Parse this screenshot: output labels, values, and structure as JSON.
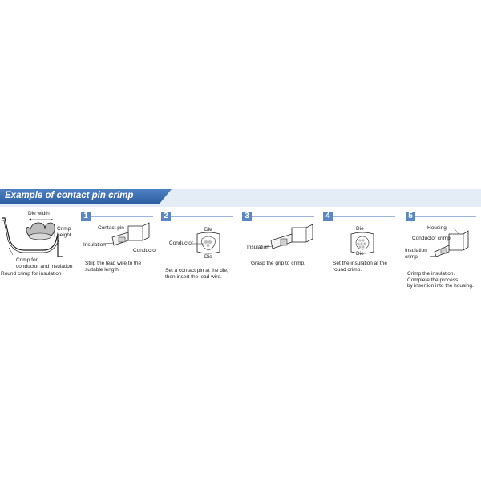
{
  "banner": {
    "title": "Example of contact pin crimp"
  },
  "overview": {
    "die_width": "Die width",
    "crimp_height": "Crimp\nheight",
    "crimp_for": "Crimp for\nconductor and insulation",
    "round_crimp": "Round crimp for insulation"
  },
  "steps": [
    {
      "num": "1",
      "labels": {
        "contact_pin": "Contact pin",
        "insulation": "Insulation",
        "conductor": "Conductor"
      },
      "caption": "Strip the lead wire to the suitable length."
    },
    {
      "num": "2",
      "labels": {
        "die_top": "Die",
        "conductor": "Conductor",
        "die_bottom": "Die"
      },
      "caption": "Set a contact pin at the die, then insert the lead wire."
    },
    {
      "num": "3",
      "labels": {
        "insulation": "Insulation"
      },
      "caption": "Grasp the grip to crimp."
    },
    {
      "num": "4",
      "labels": {
        "die_top": "Die",
        "die_bottom": "Die"
      },
      "caption": "Set the insulation at the round crimp."
    },
    {
      "num": "5",
      "labels": {
        "housing": "Housing",
        "conductor_crimp": "Conductor crimp",
        "insulation_crimp": "Insulation\ncrimp"
      },
      "caption": "Crimp the insulation.\nComplete the process\nby insertion into the housing."
    }
  ]
}
